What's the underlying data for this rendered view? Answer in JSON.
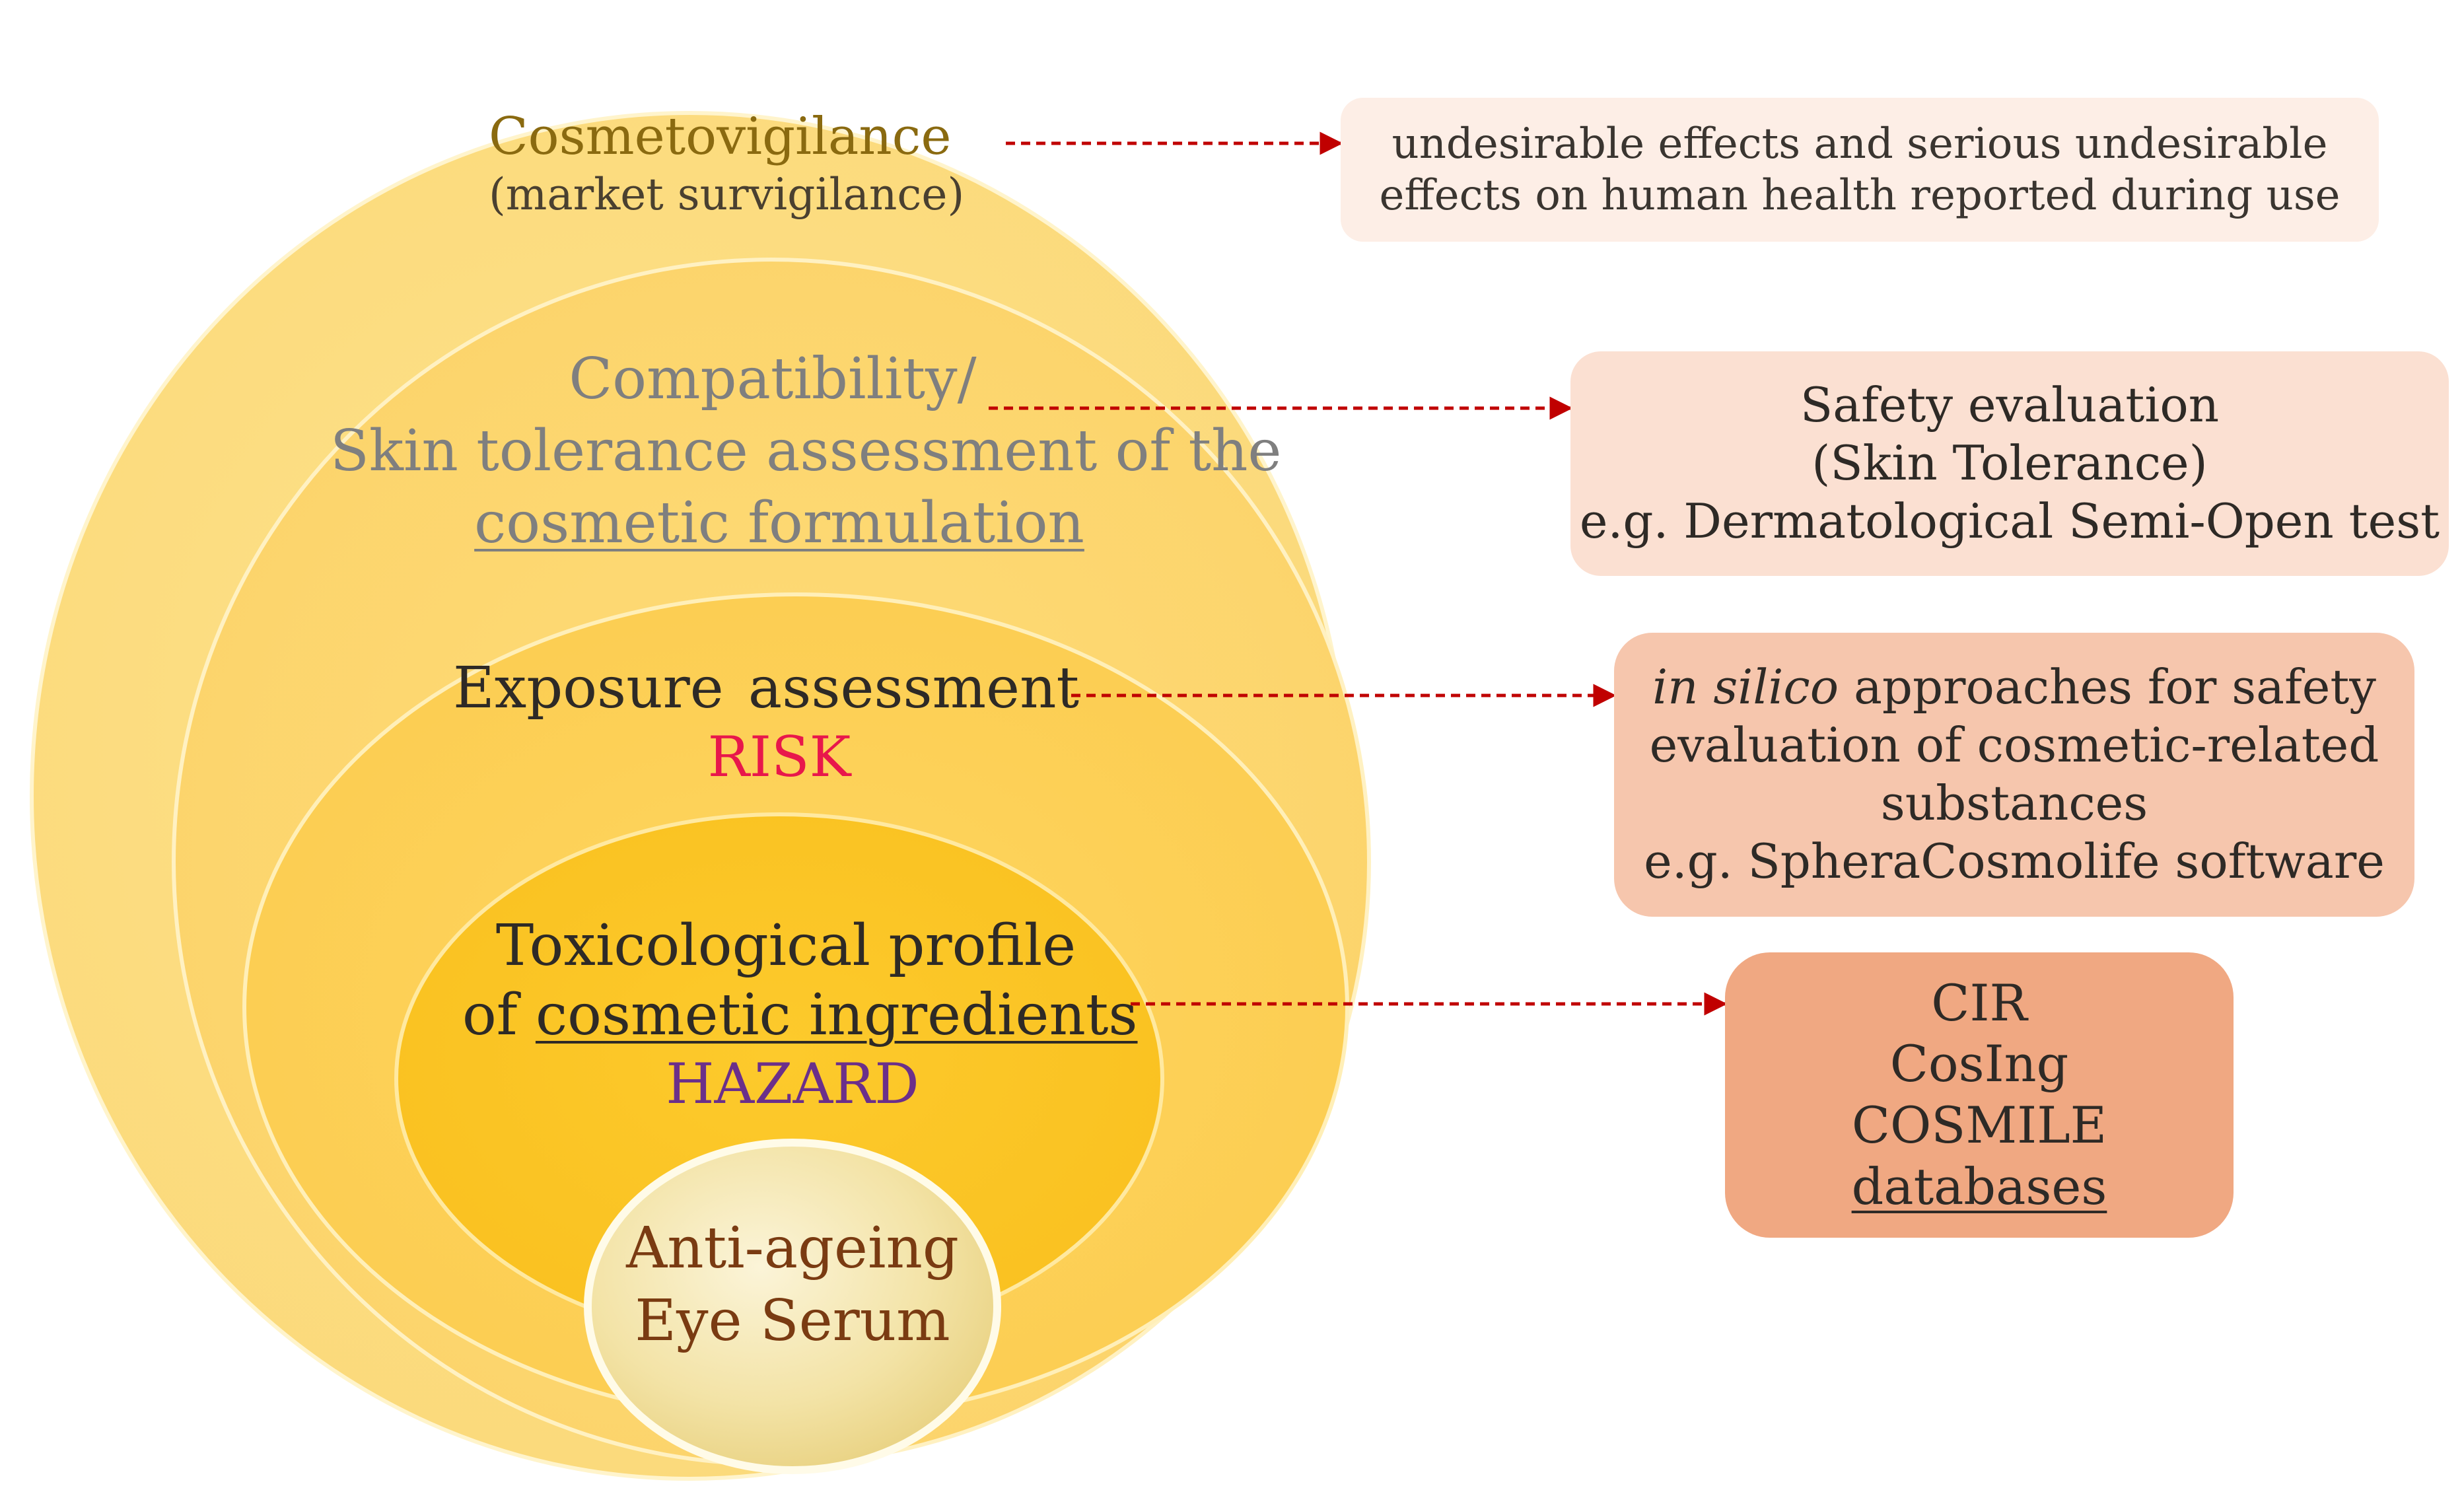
{
  "circles": {
    "cosmetovigilance": {
      "title": "Cosmetovigilance",
      "subtitle": "(market survigilance)"
    },
    "compatibility": {
      "line1": "Compatibility/",
      "line2": "Skin tolerance assessment of the",
      "line3": "cosmetic formulation"
    },
    "exposure": {
      "title": "Exposure assessment",
      "tag": "RISK"
    },
    "toxicological": {
      "line1": "Toxicological profile",
      "line2_prefix": "of ",
      "line2_underlined": "cosmetic ingredients",
      "tag": "HAZARD"
    },
    "product": {
      "line1": "Anti-ageing",
      "line2": "Eye Serum"
    }
  },
  "boxes": {
    "undesirable": {
      "line1": "undesirable effects and serious undesirable",
      "line2": "effects on human health reported during use"
    },
    "safety": {
      "line1": "Safety evaluation",
      "line2": "(Skin Tolerance)",
      "line3": "e.g. Dermatological Semi-Open test"
    },
    "insilico": {
      "italic": "in silico",
      "line1_rest": " approaches for safety",
      "line2": "evaluation of cosmetic-related",
      "line3": "substances",
      "line4": "e.g. SpheraCosmolife software"
    },
    "databases": {
      "line1": "CIR",
      "line2": "CosIng",
      "line3": "COSMILE",
      "line4": "databases"
    }
  },
  "colors": {
    "cosmetovigilance_text": "#8a6a10",
    "compatibility_text": "#7f7f7f",
    "risk": "#e8174b",
    "hazard": "#6b2f8a",
    "product_text": "#7a3b12",
    "arrow": "#c00000",
    "box_undesirable": "#fdeee6",
    "box_safety": "#fbe0d2",
    "box_insilico": "#f6c6ad",
    "box_databases": "#f0a882"
  }
}
